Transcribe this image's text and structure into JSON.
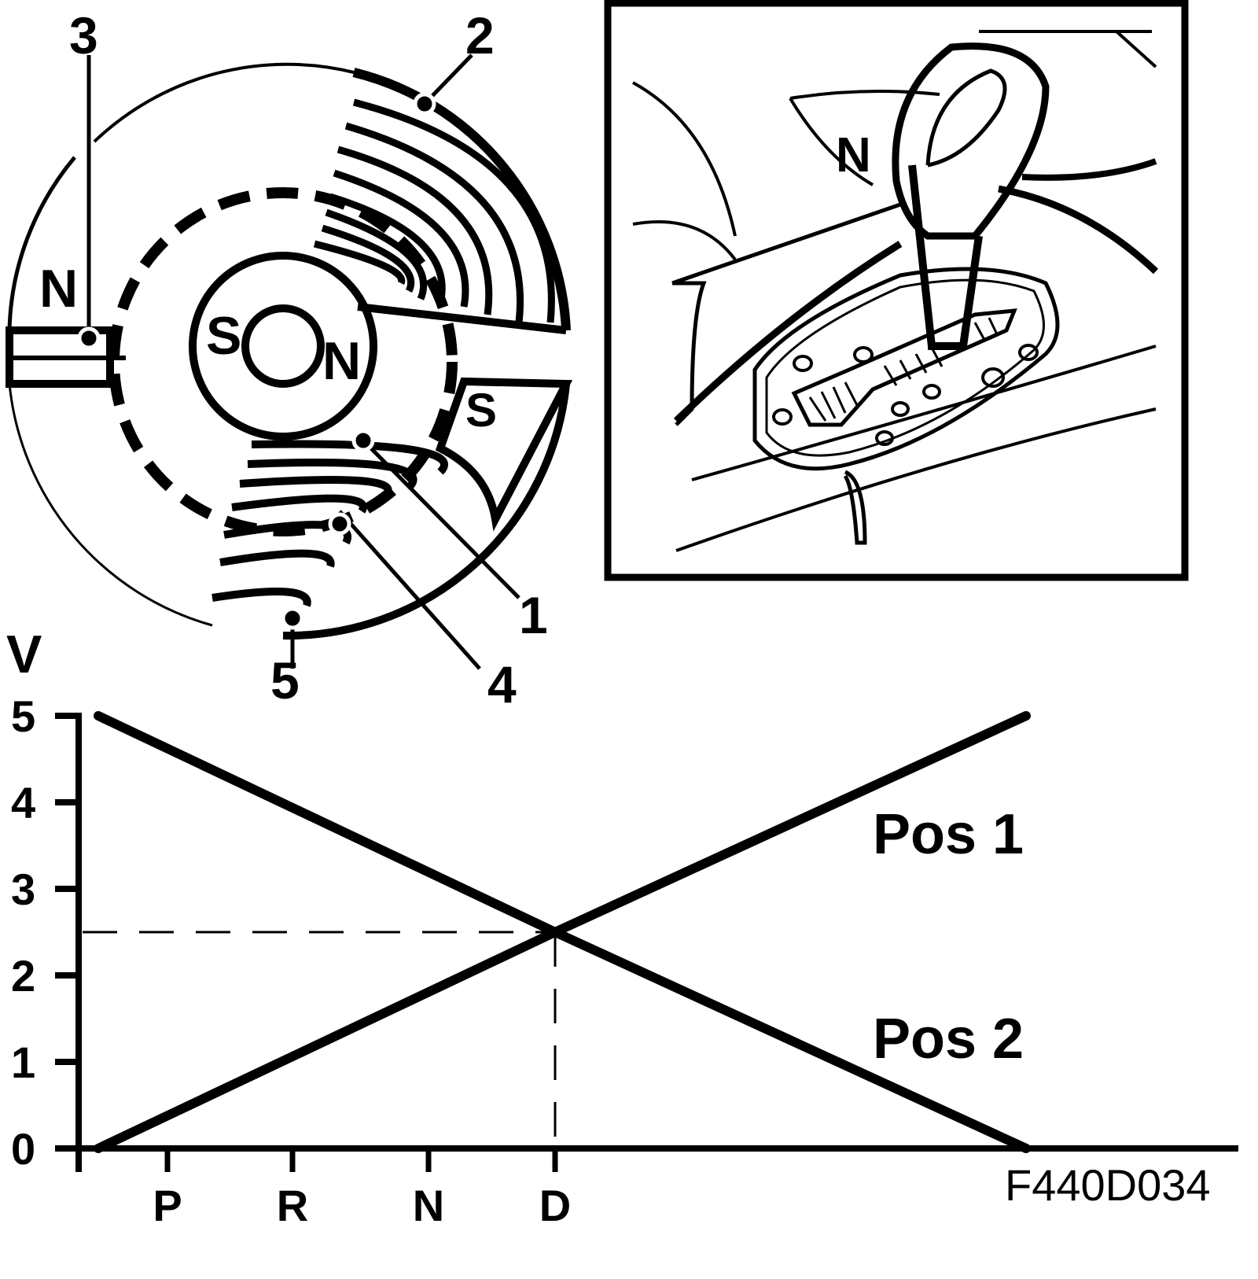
{
  "sensor_diagram": {
    "pole_labels": {
      "outer_north": "N",
      "inner_south": "S",
      "inner_north": "N",
      "outer_south": "S"
    },
    "callouts": [
      "1",
      "2",
      "3",
      "4",
      "5"
    ]
  },
  "inset": {
    "selector_label": "N"
  },
  "chart_data": {
    "type": "line",
    "ylabel": "V",
    "xlabel": "",
    "y_ticks": [
      "0",
      "1",
      "2",
      "3",
      "4",
      "5"
    ],
    "ylim": [
      0,
      5
    ],
    "x_ticks": [
      "P",
      "R",
      "N",
      "D"
    ],
    "series": [
      {
        "name": "Pos 1",
        "points": [
          [
            "start",
            0
          ],
          [
            "D",
            2.5
          ],
          [
            "end",
            5
          ]
        ]
      },
      {
        "name": "Pos 2",
        "points": [
          [
            "start",
            5
          ],
          [
            "D",
            2.5
          ],
          [
            "end",
            0
          ]
        ]
      }
    ],
    "reference_level": 2.5,
    "reference_position": "D",
    "figure_code": "F440D034"
  }
}
